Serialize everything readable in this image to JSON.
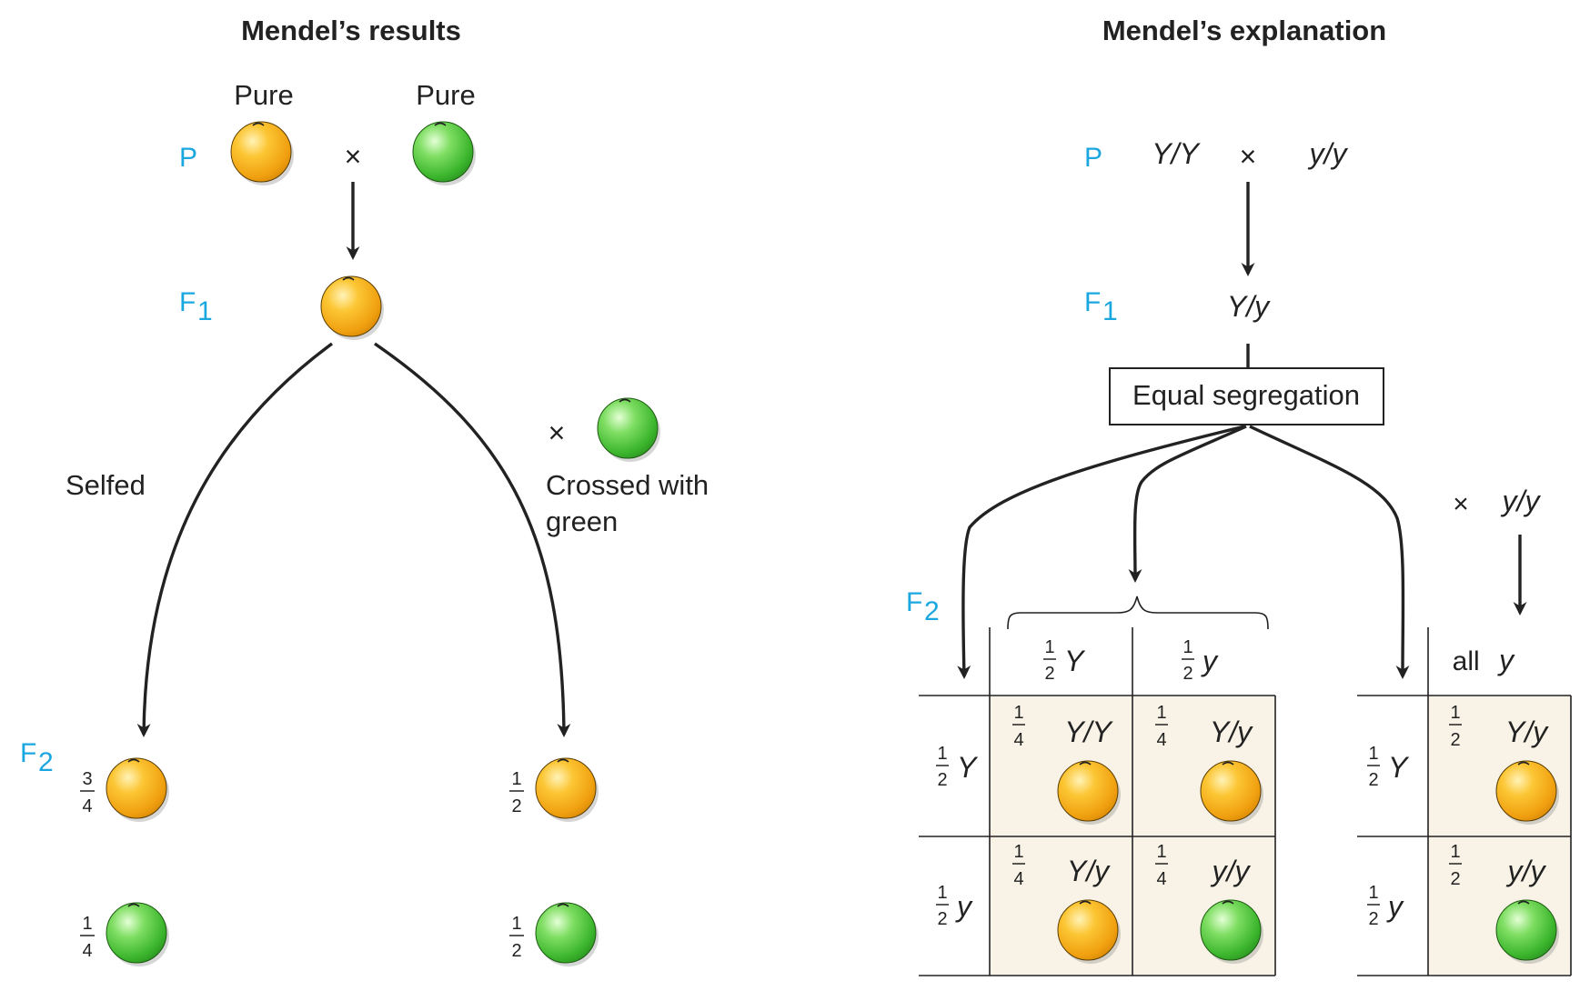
{
  "left": {
    "title": "Mendel’s results",
    "pure_label_1": "Pure",
    "pure_label_2": "Pure",
    "gen_p": "P",
    "gen_f1": "F",
    "gen_f1_sub": "1",
    "gen_f2": "F",
    "gen_f2_sub": "2",
    "cross_symbol": "×",
    "selfed_label": "Selfed",
    "crossed_label_line1": "Crossed with",
    "crossed_label_line2": "green",
    "selfed_yellow_fraction": {
      "num": "3",
      "den": "4"
    },
    "selfed_green_fraction": {
      "num": "1",
      "den": "4"
    },
    "crossed_yellow_fraction": {
      "num": "1",
      "den": "2"
    },
    "crossed_green_fraction": {
      "num": "1",
      "den": "2"
    }
  },
  "right": {
    "title": "Mendel’s explanation",
    "gen_p": "P",
    "gen_f1": "F",
    "gen_f1_sub": "1",
    "gen_f2": "F",
    "gen_f2_sub": "2",
    "parent_1": "Y/Y",
    "parent_2": "y/y",
    "cross_symbol": "×",
    "f1_genotype": "Y/y",
    "segregation_box": "Equal segregation",
    "testcross_symbol": "×",
    "testcross_parent": "y/y",
    "punnett": {
      "col_headers": [
        {
          "frac_num": "1",
          "frac_den": "2",
          "allele": "Y"
        },
        {
          "frac_num": "1",
          "frac_den": "2",
          "allele": "y"
        }
      ],
      "row_headers": [
        {
          "frac_num": "1",
          "frac_den": "2",
          "allele": "Y"
        },
        {
          "frac_num": "1",
          "frac_den": "2",
          "allele": "y"
        }
      ],
      "cells": [
        {
          "frac_num": "1",
          "frac_den": "4",
          "genotype": "Y/Y",
          "color": "yellow"
        },
        {
          "frac_num": "1",
          "frac_den": "4",
          "genotype": "Y/y",
          "color": "yellow"
        },
        {
          "frac_num": "1",
          "frac_den": "4",
          "genotype": "Y/y",
          "color": "yellow"
        },
        {
          "frac_num": "1",
          "frac_den": "4",
          "genotype": "y/y",
          "color": "green"
        }
      ]
    },
    "testcross": {
      "col_header_prefix": "all ",
      "col_header_allele": "y",
      "row_headers": [
        {
          "frac_num": "1",
          "frac_den": "2",
          "allele": "Y"
        },
        {
          "frac_num": "1",
          "frac_den": "2",
          "allele": "y"
        }
      ],
      "cells": [
        {
          "frac_num": "1",
          "frac_den": "2",
          "genotype": "Y/y",
          "color": "yellow"
        },
        {
          "frac_num": "1",
          "frac_den": "2",
          "genotype": "y/y",
          "color": "green"
        }
      ]
    }
  },
  "colors": {
    "generation_label": "#1aa7e0",
    "yellow_pea": "#f5b21e",
    "green_pea": "#4cc23a",
    "cell_fill": "#f8f3e6"
  }
}
